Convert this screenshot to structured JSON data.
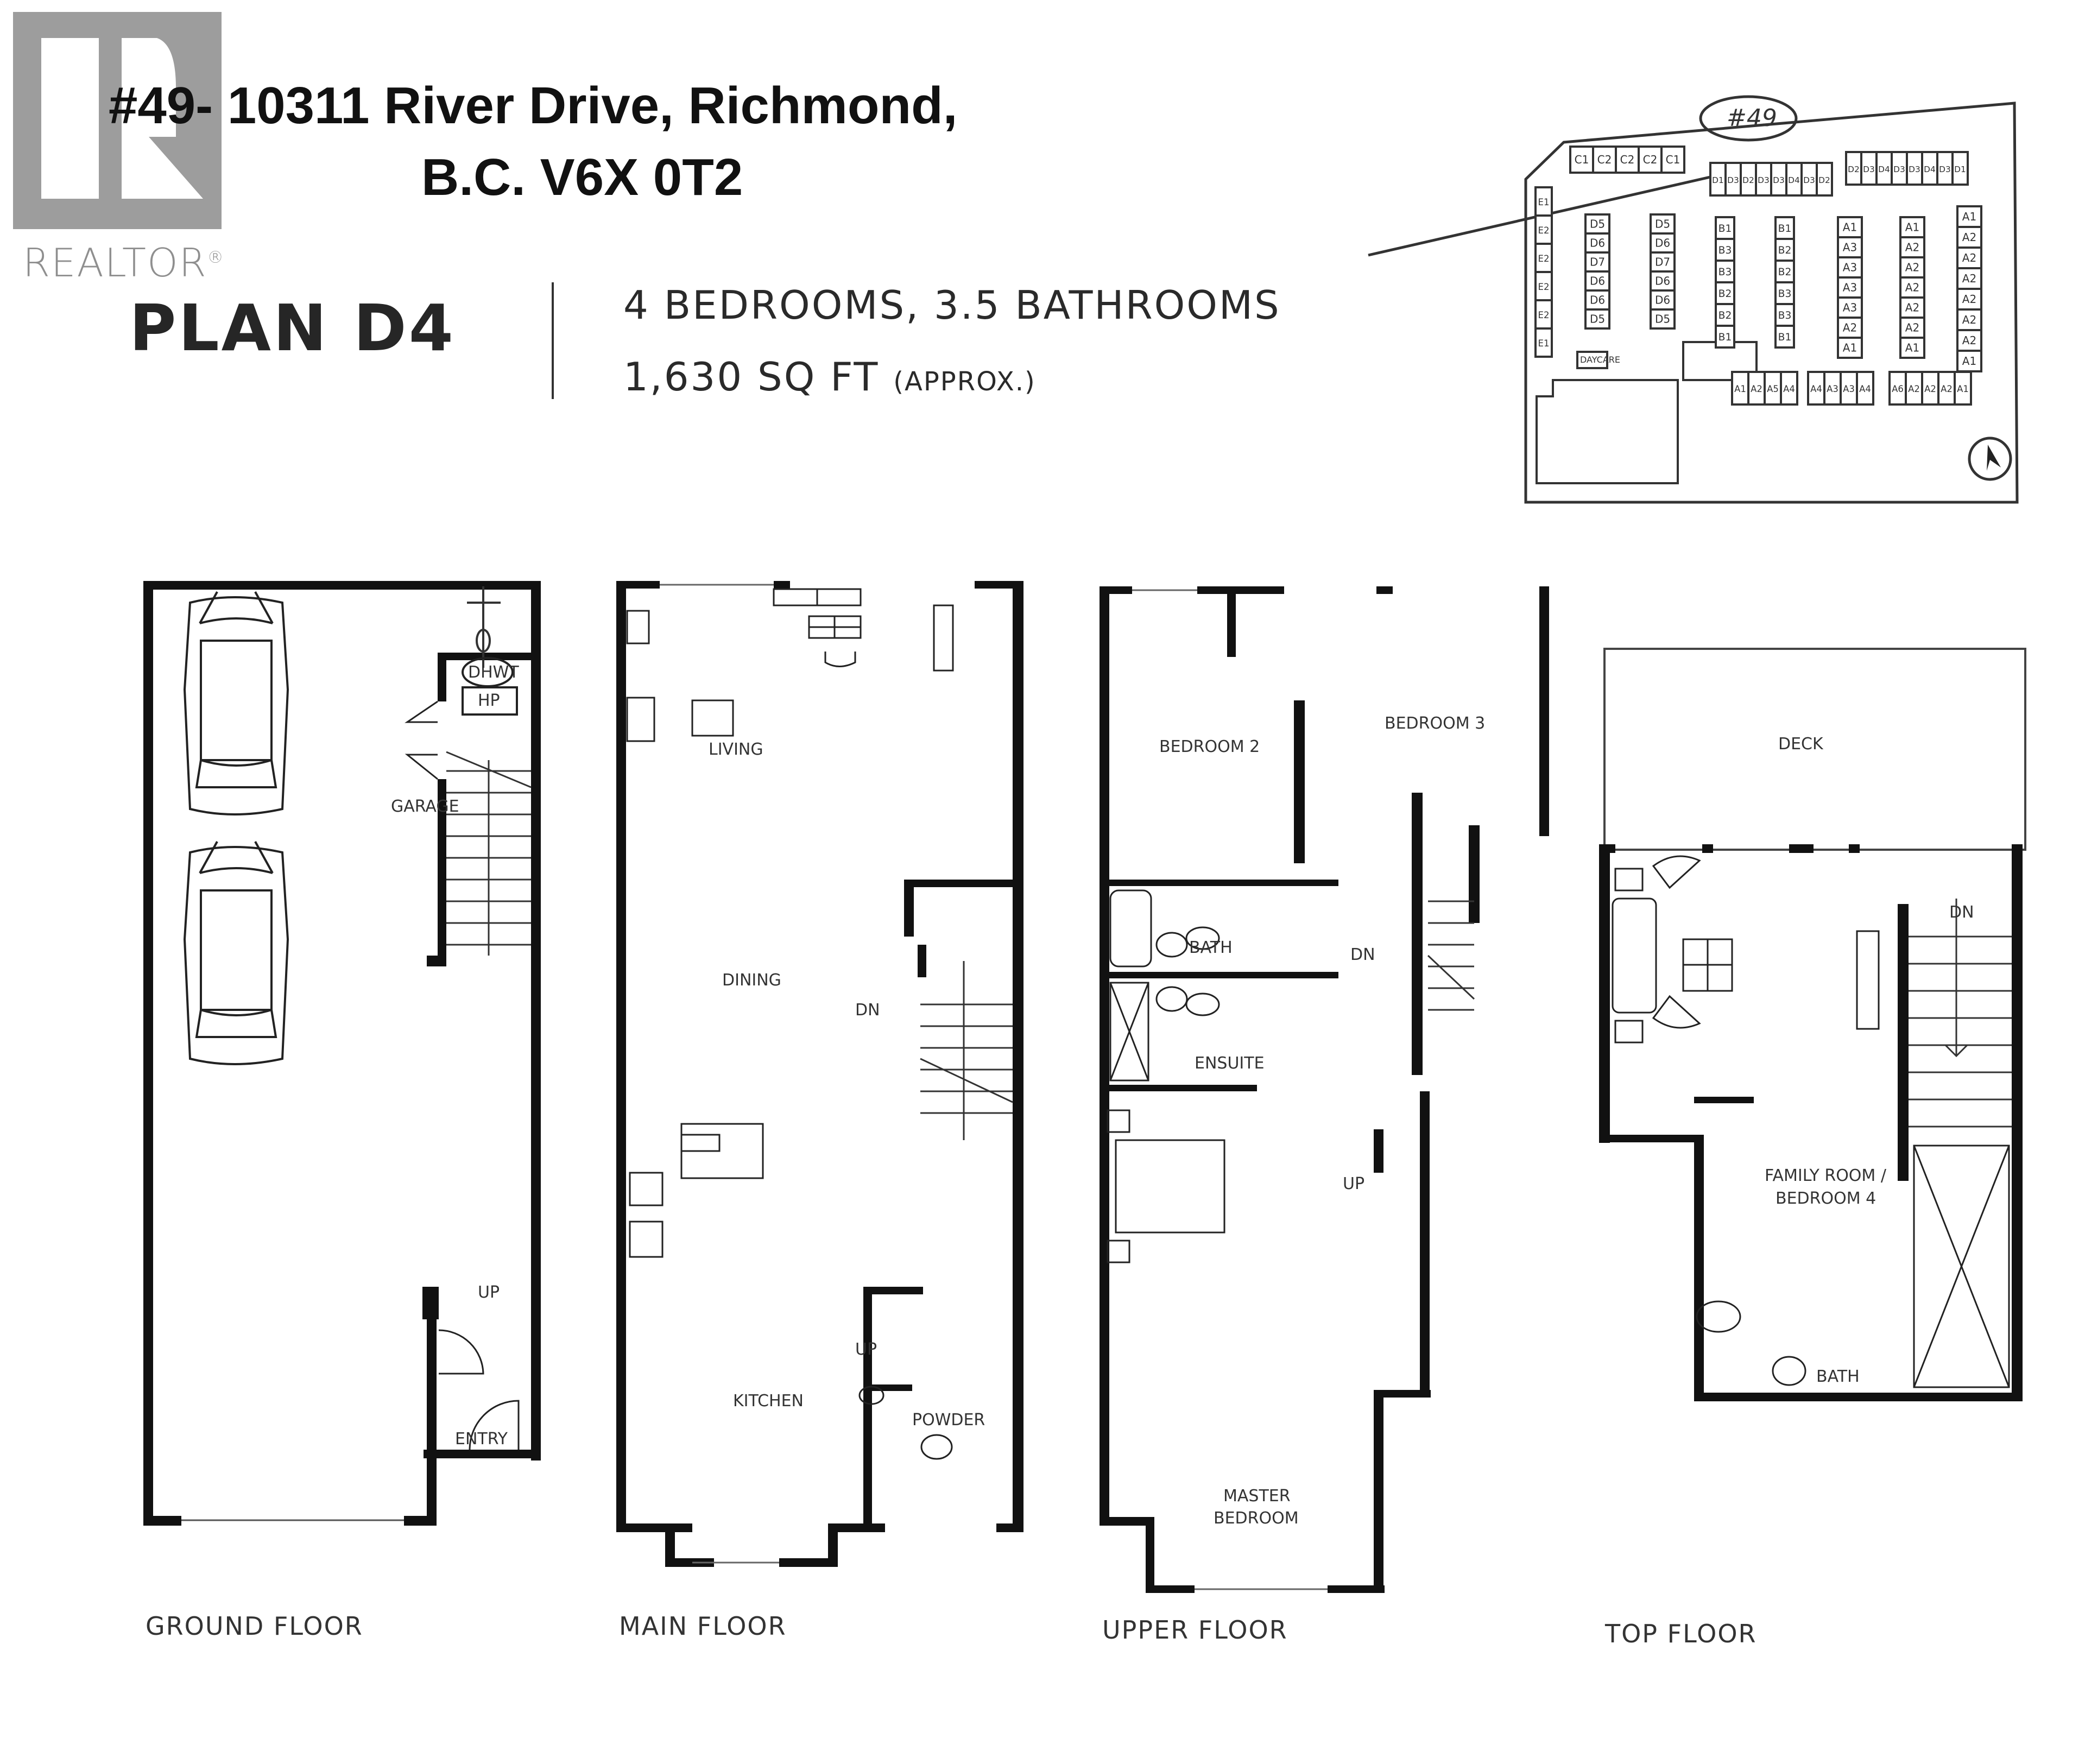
{
  "logo": {
    "brand": "REALTOR",
    "registered_mark": "®",
    "brand_color": "#9d9d9d"
  },
  "header": {
    "address_line1": "#49- 10311 River Drive, Richmond,",
    "address_line2": "B.C. V6X 0T2",
    "plan_name": "PLAN D4",
    "specs_line1": "4 BEDROOMS, 3.5 BATHROOMS",
    "specs_line2": "1,630 SQ FT",
    "specs_note": "(APPROX.)"
  },
  "site_plan": {
    "highlight_label": "#49",
    "north_arrow": "north-arrow",
    "amenity": "DAYCARE",
    "rows": {
      "c_row": [
        "C1",
        "C2",
        "C2",
        "C2",
        "C1"
      ],
      "d_top_left": [
        "D1",
        "D3",
        "D2",
        "D3",
        "D3",
        "D4",
        "D3",
        "D2"
      ],
      "d_top_right": [
        "D2",
        "D3",
        "D4",
        "D3",
        "D3",
        "D4",
        "D3",
        "D1"
      ],
      "e_column": [
        "E1",
        "E2",
        "E2",
        "E2",
        "E2",
        "E1"
      ],
      "d_block_left": [
        "D5",
        "D6",
        "D7",
        "D6",
        "D6",
        "D5"
      ],
      "d_block_right": [
        "D5",
        "D6",
        "D7",
        "D6",
        "D6",
        "D5"
      ],
      "b_block_left": [
        "B1",
        "B3",
        "B3",
        "B2",
        "B2",
        "B1"
      ],
      "b_block_right": [
        "B1",
        "B2",
        "B2",
        "B3",
        "B3",
        "B1"
      ],
      "a_block_left": [
        "A1",
        "A3",
        "A3",
        "A3",
        "A3",
        "A2",
        "A1"
      ],
      "a_block_right": [
        "A1",
        "A2",
        "A2",
        "A2",
        "A2",
        "A2",
        "A1"
      ],
      "a_column_right": [
        "A1",
        "A2",
        "A2",
        "A2",
        "A2",
        "A2",
        "A2",
        "A1"
      ],
      "a_bottom_1": [
        "A1",
        "A2",
        "A5",
        "A4"
      ],
      "a_bottom_2": [
        "A4",
        "A3",
        "A3",
        "A4"
      ],
      "a_bottom_3": [
        "A6",
        "A2",
        "A2",
        "A2",
        "A1"
      ]
    }
  },
  "floors": [
    {
      "label": "GROUND FLOOR",
      "rooms": {
        "garage": "GARAGE",
        "dhwt": "DHWT",
        "hp": "HP",
        "up": "UP",
        "entry": "ENTRY"
      }
    },
    {
      "label": "MAIN FLOOR",
      "rooms": {
        "living": "LIVING",
        "dining": "DINING",
        "kitchen": "KITCHEN",
        "powder": "POWDER",
        "dn": "DN",
        "up": "UP"
      }
    },
    {
      "label": "UPPER FLOOR",
      "rooms": {
        "bedroom2": "BEDROOM 2",
        "bedroom3": "BEDROOM 3",
        "bath": "BATH",
        "ensuite": "ENSUITE",
        "master1": "MASTER",
        "master2": "BEDROOM",
        "dn": "DN",
        "up": "UP"
      }
    },
    {
      "label": "TOP FLOOR",
      "rooms": {
        "deck": "DECK",
        "family1": "FAMILY ROOM /",
        "family2": "BEDROOM 4",
        "bath": "BATH",
        "dn": "DN"
      }
    }
  ]
}
